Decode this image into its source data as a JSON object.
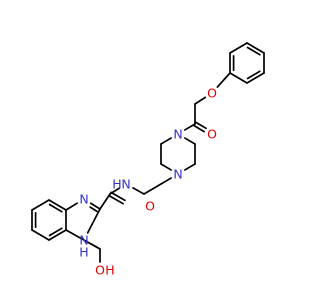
{
  "molecule": {
    "atom_labels": {
      "n_quin_1": "N",
      "n_quin_3": "N",
      "h_quin_3": "H",
      "o_quin_4": "O",
      "h_quin_4": "H",
      "o_amide": "O",
      "n_amide": "N",
      "h_amide": "H",
      "n_pip_1": "N",
      "n_pip_4": "N",
      "o_acyl": "O",
      "o_ether": "O"
    },
    "colors": {
      "bond": "#000000",
      "nitrogen": "#3333cc",
      "oxygen": "#e00000"
    }
  }
}
